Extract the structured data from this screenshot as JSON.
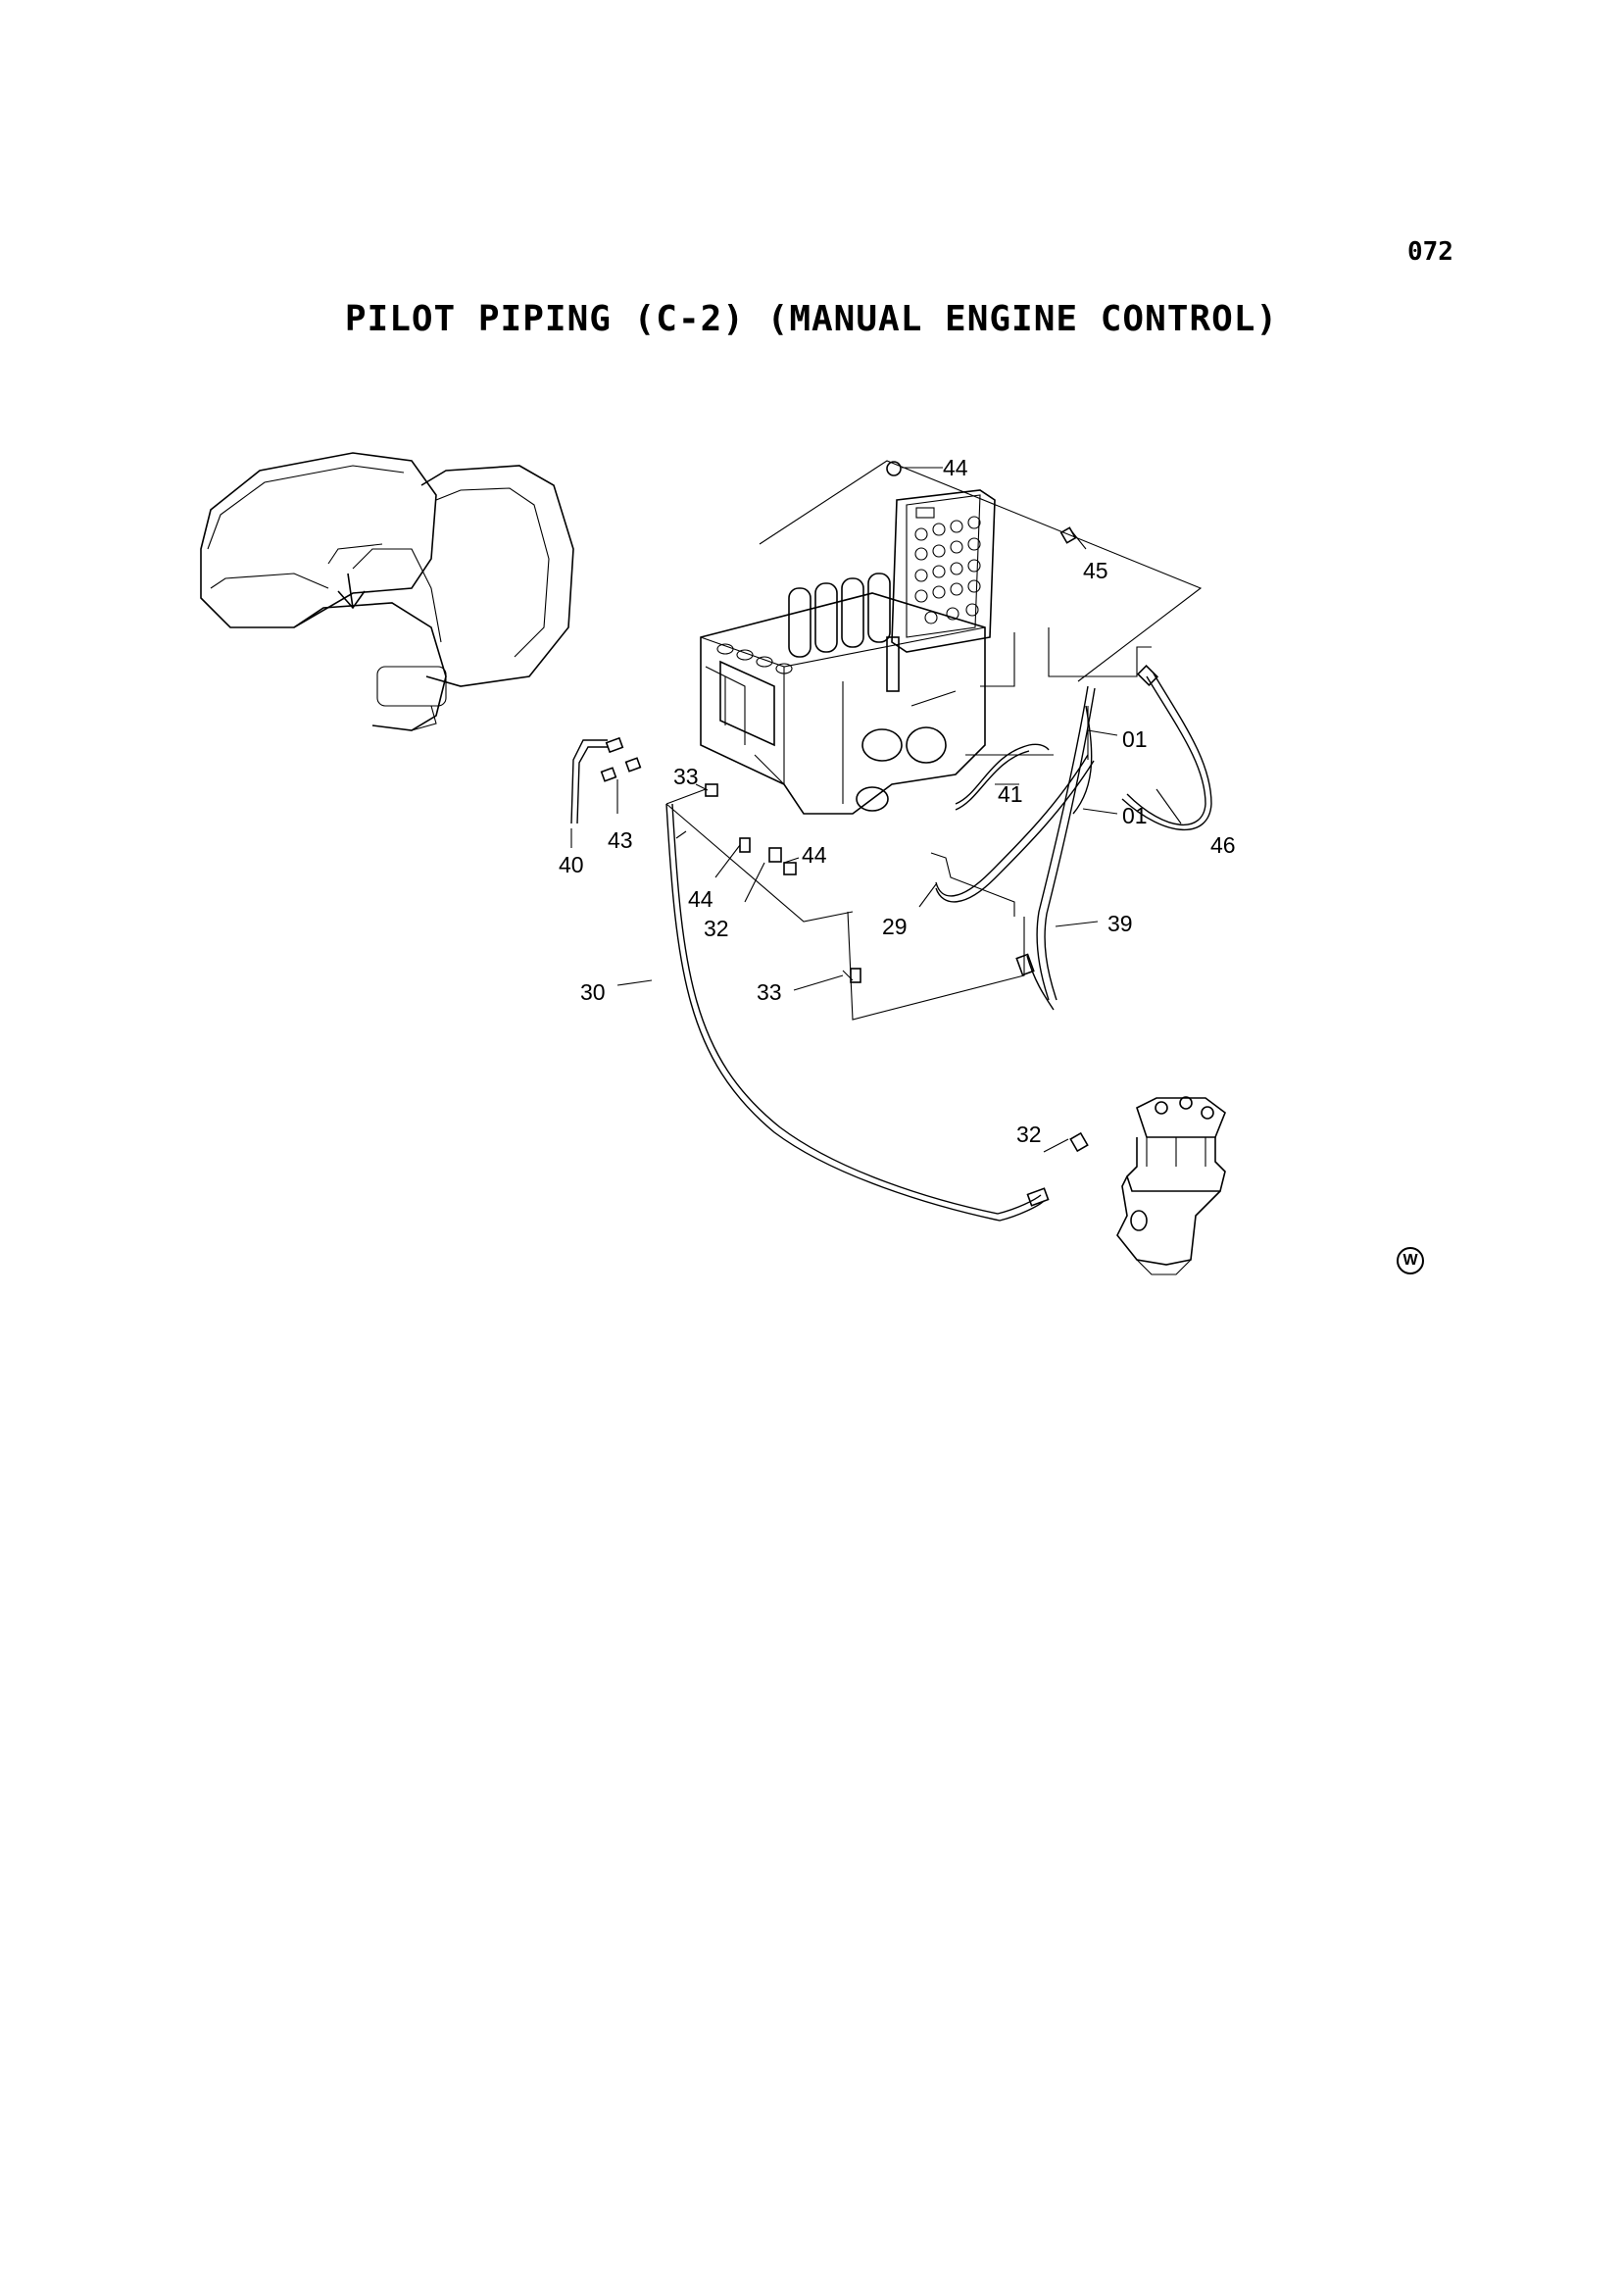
{
  "page": {
    "number": "072",
    "title": "PILOT PIPING (C-2) (MANUAL ENGINE CONTROL)",
    "corner_mark": "W"
  },
  "callouts": [
    {
      "id": "c44a",
      "label": "44"
    },
    {
      "id": "c45",
      "label": "45"
    },
    {
      "id": "c01a",
      "label": "01"
    },
    {
      "id": "c41",
      "label": "41"
    },
    {
      "id": "c01b",
      "label": "01"
    },
    {
      "id": "c46",
      "label": "46"
    },
    {
      "id": "c33a",
      "label": "33"
    },
    {
      "id": "c40",
      "label": "40"
    },
    {
      "id": "c43",
      "label": "43"
    },
    {
      "id": "c44b",
      "label": "44"
    },
    {
      "id": "c44c",
      "label": "44"
    },
    {
      "id": "c32a",
      "label": "32"
    },
    {
      "id": "c29",
      "label": "29"
    },
    {
      "id": "c39",
      "label": "39"
    },
    {
      "id": "c30",
      "label": "30"
    },
    {
      "id": "c33b",
      "label": "33"
    },
    {
      "id": "c32b",
      "label": "32"
    }
  ]
}
